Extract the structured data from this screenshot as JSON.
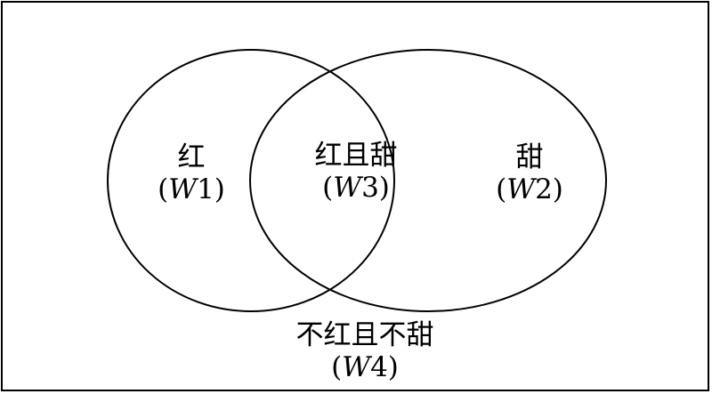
{
  "regions": {
    "red": {
      "name": "红",
      "paren_open": "(",
      "set": "W",
      "index": "1",
      "paren_close": ")"
    },
    "both": {
      "name": "红且甜",
      "paren_open": "(",
      "set": "W",
      "index": "3",
      "paren_close": ")"
    },
    "sweet": {
      "name": "甜",
      "paren_open": "(",
      "set": "W",
      "index": "2",
      "paren_close": ")"
    },
    "neither": {
      "name": "不红且不甜",
      "paren_open": "(",
      "set": "W",
      "index": "4",
      "paren_close": ")"
    }
  },
  "colors": {
    "stroke": "#000000",
    "background": "#ffffff"
  }
}
